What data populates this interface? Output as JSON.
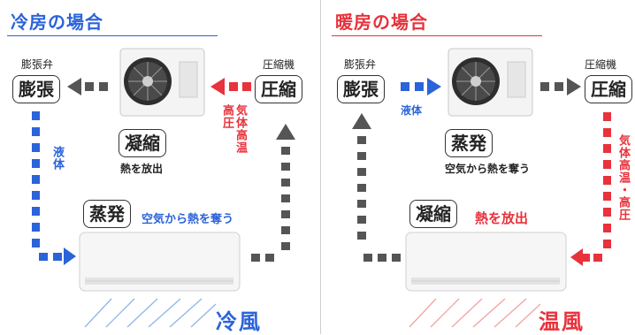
{
  "cooling": {
    "title": "冷房の場合",
    "expansion_valve_label": "膨張弁",
    "expansion_box": "膨張",
    "compressor_label": "圧縮機",
    "compress_box": "圧縮",
    "condense_box": "凝縮",
    "condense_caption": "熱を放出",
    "gas_label": "気体高温高圧",
    "liquid_label": "液体",
    "evaporate_box": "蒸発",
    "evaporate_caption": "空気から熱を奪う",
    "wind_label": "冷風",
    "accent_color": "#2b63d9"
  },
  "heating": {
    "title": "暖房の場合",
    "expansion_valve_label": "膨張弁",
    "expansion_box": "膨張",
    "compressor_label": "圧縮機",
    "compress_box": "圧縮",
    "liquid_label": "液体",
    "evaporate_box": "蒸発",
    "evaporate_caption": "空気から熱を奪う",
    "gas_label": "気体高温・高圧",
    "condense_box": "凝縮",
    "condense_caption": "熱を放出",
    "wind_label": "温風",
    "accent_color": "#e8323c"
  },
  "colors": {
    "cool_blue": "#2b63d9",
    "hot_red": "#e8323c",
    "pipe_gray": "#555555",
    "airflow_cool": "#8fb6e8",
    "airflow_warm": "#f2a3a3"
  }
}
